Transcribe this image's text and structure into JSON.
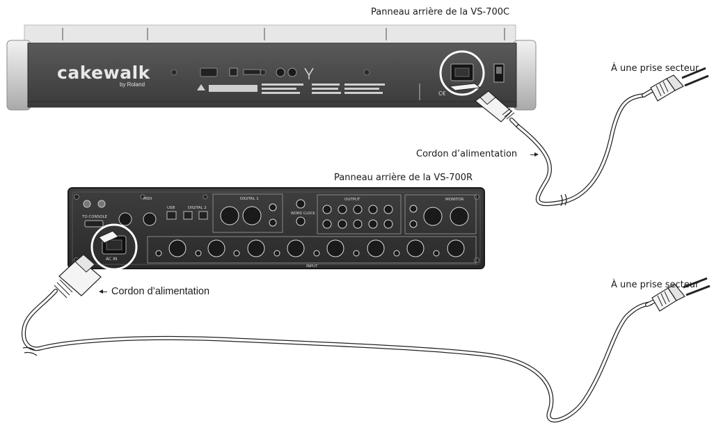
{
  "labels": {
    "vs700c_panel": "Panneau arrière de la VS-700C",
    "vs700r_panel": "Panneau arrière de la VS-700R",
    "outlet_top": "À une prise secteur",
    "outlet_bottom": "À une prise secteur",
    "cord_top": "Cordon d’alimentation",
    "cord_bottom": "Cordon d’alimentation"
  },
  "logo": {
    "brand": "cakewalk",
    "maker": "by Roland"
  },
  "panel_text": {
    "to_console": "TO CONSOLE",
    "digital_1": "DIGITAL 1",
    "digital_2": "DIGITAL 2",
    "usb": "USB",
    "midi": "MIDI",
    "word_clock": "WORD CLOCK",
    "output": "OUTPUT",
    "monitor": "MONITOR",
    "input": "INPUT",
    "ac_in": "AC IN"
  },
  "colors": {
    "device_body": "#4a4a4a",
    "device_dark": "#2c2c2c",
    "line": "#222222"
  },
  "icons": [
    "power-plug-icon",
    "iec-socket-icon",
    "xlr-connector-icon",
    "trs-jack-icon",
    "screw-icon"
  ]
}
